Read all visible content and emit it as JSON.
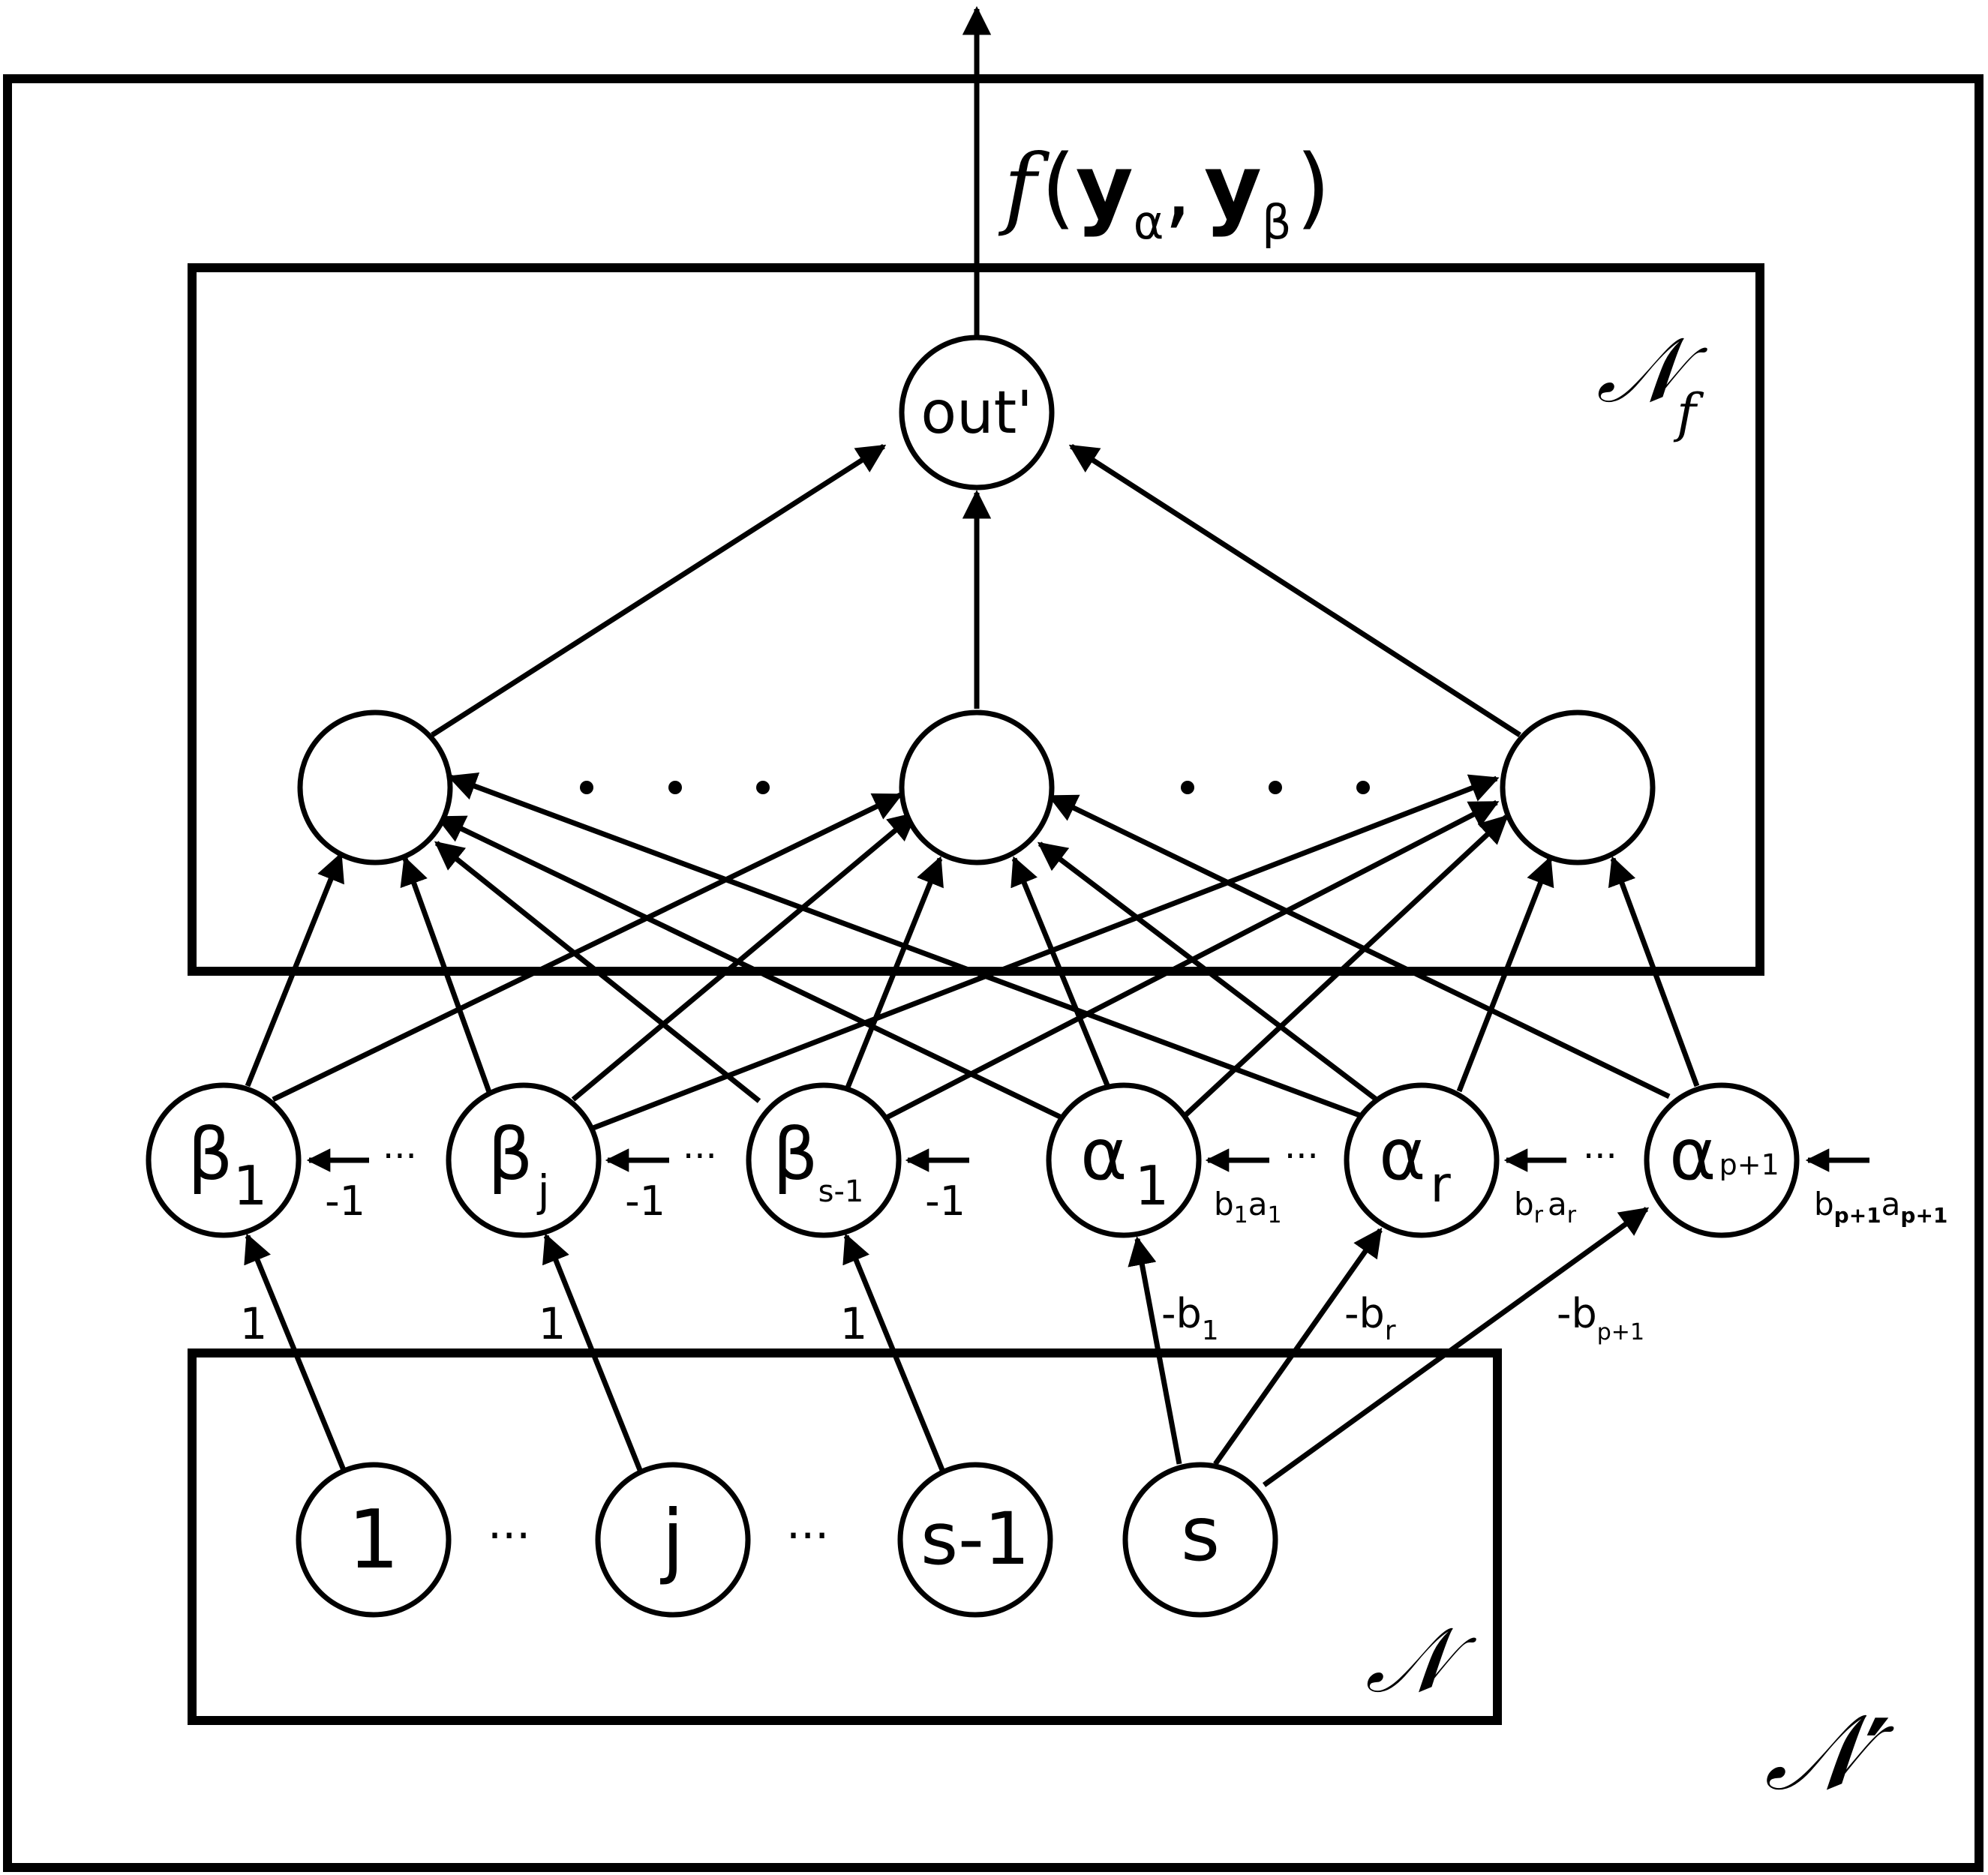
{
  "output_label": {
    "f": "f",
    "open": "(",
    "y1": "y",
    "sub1": "α",
    "comma": ",",
    "y2": "y",
    "sub2": "β",
    "close": ")"
  },
  "boxes": {
    "outer": {
      "label": "𝒩",
      "prime": "′"
    },
    "nf": {
      "label": "𝒩",
      "sub": "f"
    },
    "n": {
      "label": "𝒩"
    }
  },
  "nodes": {
    "out": "out'",
    "beta1": {
      "main": "β",
      "sub": "1"
    },
    "betaj": {
      "main": "β",
      "sub": "j"
    },
    "betas1": {
      "main": "β",
      "sub": "s-1"
    },
    "alpha1": {
      "main": "α",
      "sub": "1"
    },
    "alphar": {
      "main": "α",
      "sub": "r"
    },
    "alphap1": {
      "main": "α",
      "sub": "p+1"
    },
    "in1": "1",
    "inj": "j",
    "ins1": "s-1",
    "ins": "s"
  },
  "ellipsis": "···",
  "ellipsis_short": "···",
  "weights": {
    "chain_beta": "-1",
    "in_beta": "1",
    "b1": {
      "main": "-b",
      "sub": "1"
    },
    "br": {
      "main": "-b",
      "sub": "r"
    },
    "bp1": {
      "main": "-b",
      "sub": "p+1"
    },
    "ba1": {
      "b": "b",
      "bs": "1",
      "a": "a",
      "as": "1"
    },
    "bar": {
      "b": "b",
      "bs": "r",
      "a": "a",
      "as": "r"
    },
    "bap1": {
      "b": "b",
      "bs": "p+1",
      "a": "a",
      "as": "p+1"
    }
  }
}
